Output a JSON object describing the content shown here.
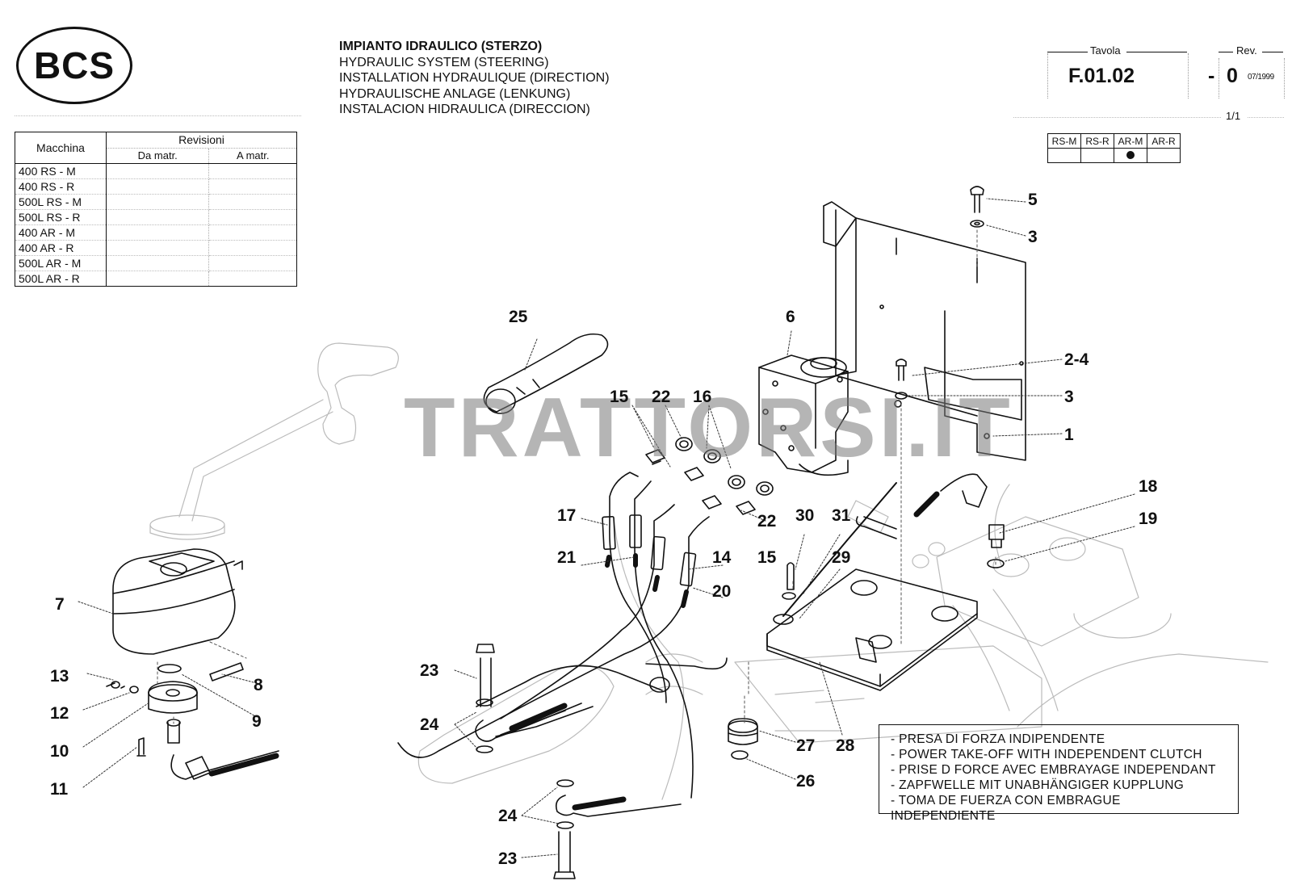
{
  "header": {
    "logo": "BCS",
    "titles": [
      "IMPIANTO IDRAULICO (STERZO)",
      "HYDRAULIC SYSTEM (STEERING)",
      "INSTALLATION HYDRAULIQUE (DIRECTION)",
      "HYDRAULISCHE ANLAGE (LENKUNG)",
      "INSTALACION HIDRAULICA (DIRECCION)"
    ],
    "tavola_label": "Tavola",
    "tavola_value": "F.01.02",
    "rev_label": "Rev.",
    "rev_dash": "-",
    "rev_value": "0",
    "rev_date": "07/1999",
    "page": "1/1"
  },
  "variants": {
    "columns": [
      "RS-M",
      "RS-R",
      "AR-M",
      "AR-R"
    ],
    "selected": "AR-M"
  },
  "machine_table": {
    "col_machine": "Macchina",
    "col_revisions": "Revisioni",
    "col_from": "Da matr.",
    "col_to": "A matr.",
    "rows": [
      "400 RS - M",
      "400 RS - R",
      "500L RS - M",
      "500L RS - R",
      "400 AR - M",
      "400 AR - R",
      "500L AR - M",
      "500L AR - R"
    ]
  },
  "watermark": "TRATTORSI.IT",
  "callouts": [
    "5",
    "3",
    "6",
    "25",
    "2-4",
    "3",
    "1",
    "15",
    "22",
    "16",
    "17",
    "22",
    "15",
    "21",
    "14",
    "20",
    "18",
    "19",
    "30",
    "31",
    "29",
    "7",
    "8",
    "13",
    "9",
    "12",
    "10",
    "11",
    "23",
    "24",
    "24",
    "23",
    "27",
    "28",
    "26"
  ],
  "note": [
    "- PRESA DI FORZA INDIPENDENTE",
    "- POWER TAKE-OFF WITH INDEPENDENT CLUTCH",
    "- PRISE D FORCE AVEC EMBRAYAGE INDEPENDANT",
    "- ZAPFWELLE MIT UNABHÄNGIGER KUPPLUNG",
    "- TOMA DE FUERZA CON EMBRAGUE INDEPENDIENTE"
  ],
  "colors": {
    "ink": "#111111",
    "watermark": "#8a8a8a",
    "faint": "#bbbbbb"
  }
}
